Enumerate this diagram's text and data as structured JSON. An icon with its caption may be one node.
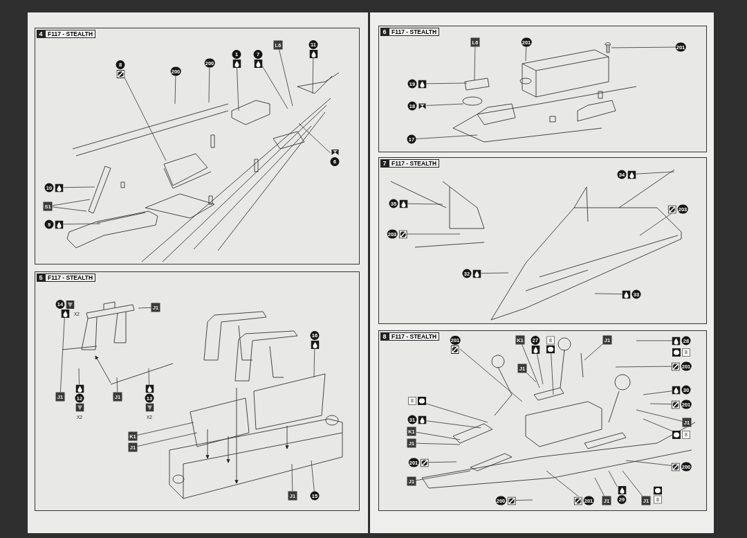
{
  "diagram": {
    "nodes": [
      {
        "text": [
          "4",
          "F117 - STEALTH"
        ]
      },
      {
        "text": [
          "8"
        ],
        "in": 0
      },
      {
        "text": [
          "200"
        ],
        "in": 0
      },
      {
        "text": [
          "200"
        ],
        "in": 0
      },
      {
        "text": [
          "1"
        ],
        "in": 0
      },
      {
        "text": [
          "7"
        ],
        "in": 0
      },
      {
        "text": [
          "L6"
        ],
        "in": 0
      },
      {
        "text": [
          "11"
        ],
        "in": 0
      },
      {
        "text": [
          "6"
        ],
        "in": 0
      },
      {
        "text": [
          "10"
        ],
        "in": 0
      },
      {
        "text": [
          "S1"
        ],
        "in": 0
      },
      {
        "text": [
          "9"
        ],
        "in": 0
      },
      {
        "text": [
          "5",
          "F117 - STEALTH"
        ]
      },
      {
        "text": [
          "14"
        ],
        "in": 12,
        "beside": [
          "X2"
        ]
      },
      {
        "text": [
          "J1"
        ],
        "in": 12
      },
      {
        "text": [
          "J1"
        ],
        "in": 12
      },
      {
        "text": [
          "12"
        ],
        "in": 12,
        "beside": [
          "X2"
        ]
      },
      {
        "text": [
          "J1"
        ],
        "in": 12
      },
      {
        "text": [
          "13"
        ],
        "in": 12,
        "beside": [
          "X2"
        ]
      },
      {
        "text": [
          "16"
        ],
        "in": 12
      },
      {
        "text": [
          "K1"
        ],
        "in": 12
      },
      {
        "text": [
          "J1"
        ],
        "in": 12
      },
      {
        "text": [
          "J1"
        ],
        "in": 12
      },
      {
        "text": [
          "15"
        ],
        "in": 12
      },
      {
        "text": [
          "6",
          "F117 - STEALTH"
        ]
      },
      {
        "text": [
          "L6"
        ],
        "in": 24
      },
      {
        "text": [
          "201"
        ],
        "in": 24
      },
      {
        "text": [
          "201"
        ],
        "in": 24
      },
      {
        "text": [
          "19"
        ],
        "in": 24
      },
      {
        "text": [
          "18"
        ],
        "in": 24
      },
      {
        "text": [
          "17"
        ],
        "in": 24
      },
      {
        "text": [
          "7",
          "F117 - STEALTH"
        ]
      },
      {
        "text": [
          "34"
        ],
        "in": 31
      },
      {
        "text": [
          "35"
        ],
        "in": 31
      },
      {
        "text": [
          "203"
        ],
        "in": 31
      },
      {
        "text": [
          "203"
        ],
        "in": 31
      },
      {
        "text": [
          "32"
        ],
        "in": 31
      },
      {
        "text": [
          "33"
        ],
        "in": 31
      },
      {
        "text": [
          "8",
          "F117 - STEALTH"
        ]
      },
      {
        "text": [
          "201"
        ],
        "in": 38
      },
      {
        "text": [
          "K1"
        ],
        "in": 38
      },
      {
        "text": [
          "27"
        ],
        "in": 38
      },
      {
        "text": [
          "8"
        ],
        "in": 38
      },
      {
        "text": [
          "J1"
        ],
        "in": 38
      },
      {
        "text": [
          "J1"
        ],
        "in": 38
      },
      {
        "text": [
          "28"
        ],
        "in": 38
      },
      {
        "text": [
          "8"
        ],
        "in": 38
      },
      {
        "text": [
          "201"
        ],
        "in": 38
      },
      {
        "text": [
          "30"
        ],
        "in": 38
      },
      {
        "text": [
          "201"
        ],
        "in": 38
      },
      {
        "text": [
          "J1"
        ],
        "in": 38
      },
      {
        "text": [
          "8"
        ],
        "in": 38
      },
      {
        "text": [
          "200"
        ],
        "in": 38
      },
      {
        "text": [
          "8"
        ],
        "in": 38
      },
      {
        "text": [
          "31"
        ],
        "in": 38
      },
      {
        "text": [
          "K1"
        ],
        "in": 38
      },
      {
        "text": [
          "J1"
        ],
        "in": 38
      },
      {
        "text": [
          "201"
        ],
        "in": 38
      },
      {
        "text": [
          "J1"
        ],
        "in": 38
      },
      {
        "text": [
          "200"
        ],
        "in": 38
      },
      {
        "text": [
          "201"
        ],
        "in": 38
      },
      {
        "text": [
          "J1"
        ],
        "in": 38
      },
      {
        "text": [
          "29"
        ],
        "in": 38
      },
      {
        "text": [
          "J1"
        ],
        "in": 38
      },
      {
        "text": [
          "8"
        ],
        "in": 38
      },
      {
        "text": [],
        "shape": "picture",
        "in": 24
      }
    ],
    "edges": [
      {
        "from": 1,
        "to": null,
        "arrow": "none"
      },
      {
        "from": 2,
        "to": null,
        "arrow": "none"
      },
      {
        "from": 3,
        "to": null,
        "arrow": "none"
      },
      {
        "from": 4,
        "to": null,
        "arrow": "none"
      },
      {
        "from": 5,
        "to": null,
        "arrow": "none"
      },
      {
        "from": 6,
        "to": null,
        "arrow": "none"
      },
      {
        "from": 7,
        "to": null,
        "arrow": "none"
      },
      {
        "from": 8,
        "to": null,
        "arrow": "none"
      },
      {
        "from": 9,
        "to": null,
        "arrow": "none"
      },
      {
        "from": 10,
        "to": null,
        "arrow": "none"
      },
      {
        "from": 10,
        "to": null,
        "arrow": "none"
      },
      {
        "from": 11,
        "to": null,
        "arrow": "none"
      },
      {
        "from": 13,
        "to": 15,
        "arrow": "none"
      },
      {
        "from": 14,
        "to": null,
        "arrow": "none"
      },
      {
        "from": 16,
        "to": null,
        "arrow": "none"
      },
      {
        "from": 17,
        "to": null,
        "arrow": "none"
      },
      {
        "from": 18,
        "to": null,
        "arrow": "none"
      },
      {
        "from": 19,
        "to": null,
        "arrow": "none"
      },
      {
        "from": 20,
        "to": null,
        "arrow": "none"
      },
      {
        "from": 21,
        "to": null,
        "arrow": "none"
      },
      {
        "from": 22,
        "to": null,
        "arrow": "none"
      },
      {
        "from": 23,
        "to": null,
        "arrow": "none"
      },
      {
        "from": 25,
        "to": null,
        "arrow": "none"
      },
      {
        "from": 26,
        "to": null,
        "arrow": "none"
      },
      {
        "from": 27,
        "to": 65,
        "arrow": "none"
      },
      {
        "from": 28,
        "to": null,
        "arrow": "none"
      },
      {
        "from": 29,
        "to": null,
        "arrow": "none"
      },
      {
        "from": 30,
        "to": null,
        "arrow": "none"
      },
      {
        "from": 32,
        "to": null,
        "arrow": "none"
      },
      {
        "from": 33,
        "to": null,
        "arrow": "none"
      },
      {
        "from": 34,
        "to": null,
        "arrow": "none"
      },
      {
        "from": 35,
        "to": null,
        "arrow": "none"
      },
      {
        "from": 36,
        "to": null,
        "arrow": "none"
      },
      {
        "from": 37,
        "to": null,
        "arrow": "none"
      },
      {
        "from": 39,
        "to": null,
        "arrow": "none"
      },
      {
        "from": 40,
        "to": null,
        "arrow": "none"
      },
      {
        "from": 41,
        "to": null,
        "arrow": "none"
      },
      {
        "from": 42,
        "to": null,
        "arrow": "none"
      },
      {
        "from": 43,
        "to": null,
        "arrow": "none"
      },
      {
        "from": 44,
        "to": null,
        "arrow": "none"
      },
      {
        "from": 45,
        "to": null,
        "arrow": "none"
      },
      {
        "from": 47,
        "to": null,
        "arrow": "none"
      },
      {
        "from": 48,
        "to": null,
        "arrow": "none"
      },
      {
        "from": 49,
        "to": null,
        "arrow": "none"
      },
      {
        "from": 50,
        "to": null,
        "arrow": "none"
      },
      {
        "from": 51,
        "to": null,
        "arrow": "none"
      },
      {
        "from": 52,
        "to": null,
        "arrow": "none"
      },
      {
        "from": 53,
        "to": null,
        "arrow": "none"
      },
      {
        "from": 54,
        "to": null,
        "arrow": "none"
      },
      {
        "from": 55,
        "to": null,
        "arrow": "none"
      },
      {
        "from": 56,
        "to": null,
        "arrow": "none"
      },
      {
        "from": 57,
        "to": null,
        "arrow": "none"
      },
      {
        "from": 58,
        "to": null,
        "arrow": "none"
      },
      {
        "from": 59,
        "to": null,
        "arrow": "none"
      },
      {
        "from": 60,
        "to": null,
        "arrow": "none"
      },
      {
        "from": 61,
        "to": null,
        "arrow": "none"
      },
      {
        "from": 62,
        "to": null,
        "arrow": "none"
      },
      {
        "from": 63,
        "to": null,
        "arrow": "none"
      }
    ]
  }
}
